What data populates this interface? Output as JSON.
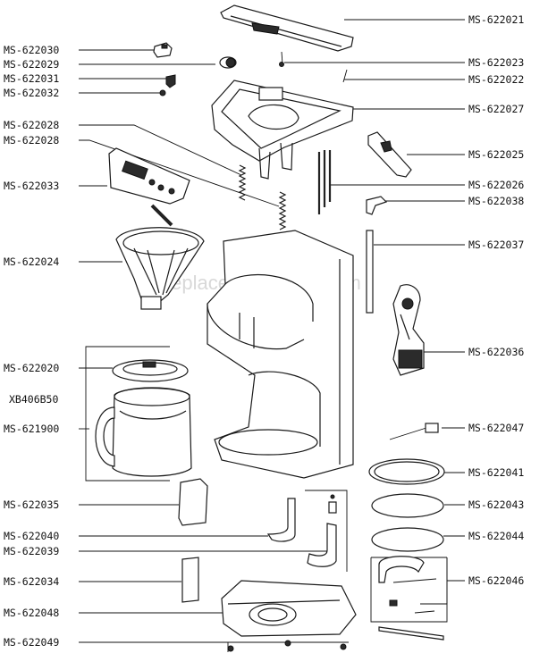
{
  "watermark": "eReplacementParts.com",
  "labels_left": [
    {
      "id": "l1",
      "text": "MS-622030"
    },
    {
      "id": "l2",
      "text": "MS-622029"
    },
    {
      "id": "l3",
      "text": "MS-622031"
    },
    {
      "id": "l4",
      "text": "MS-622032"
    },
    {
      "id": "l5",
      "text": "MS-622028"
    },
    {
      "id": "l6",
      "text": "MS-622028"
    },
    {
      "id": "l7",
      "text": "MS-622033"
    },
    {
      "id": "l8",
      "text": "MS-622024"
    },
    {
      "id": "l9",
      "text": "MS-622020"
    },
    {
      "id": "l10",
      "text": "XB406B50"
    },
    {
      "id": "l11",
      "text": "MS-621900"
    },
    {
      "id": "l12",
      "text": "MS-622035"
    },
    {
      "id": "l13",
      "text": "MS-622040"
    },
    {
      "id": "l14",
      "text": "MS-622039"
    },
    {
      "id": "l15",
      "text": "MS-622034"
    },
    {
      "id": "l16",
      "text": "MS-622048"
    },
    {
      "id": "l17",
      "text": "MS-622049"
    }
  ],
  "labels_right": [
    {
      "id": "r1",
      "text": "MS-622021"
    },
    {
      "id": "r2",
      "text": "MS-622023"
    },
    {
      "id": "r3",
      "text": "MS-622022"
    },
    {
      "id": "r4",
      "text": "MS-622027"
    },
    {
      "id": "r5",
      "text": "MS-622025"
    },
    {
      "id": "r6",
      "text": "MS-622026"
    },
    {
      "id": "r7",
      "text": "MS-622038"
    },
    {
      "id": "r8",
      "text": "MS-622037"
    },
    {
      "id": "r9",
      "text": "MS-622036"
    },
    {
      "id": "r10",
      "text": "MS-622047"
    },
    {
      "id": "r11",
      "text": "MS-622041"
    },
    {
      "id": "r12",
      "text": "MS-622043"
    },
    {
      "id": "r13",
      "text": "MS-622044"
    },
    {
      "id": "r14",
      "text": "MS-622046"
    }
  ]
}
